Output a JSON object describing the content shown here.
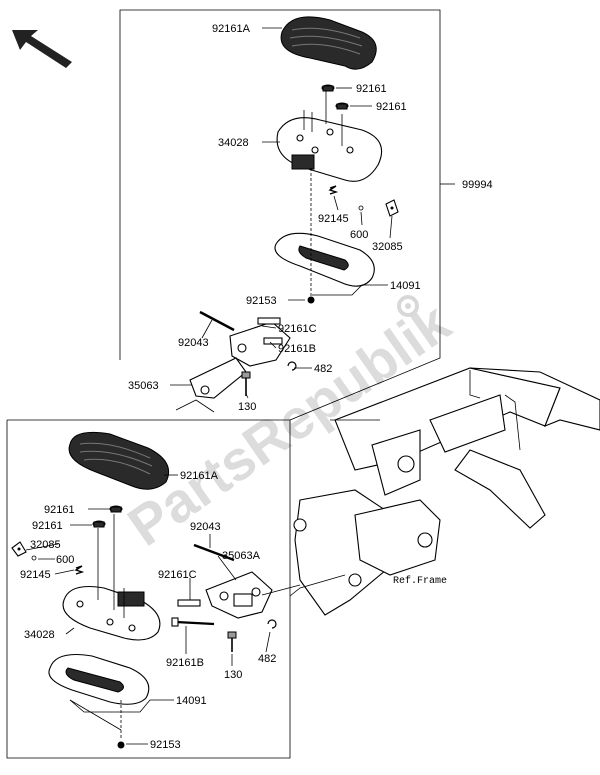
{
  "watermark": "PartsRepublik",
  "reference_label": "Ref.Frame",
  "orientation_icon": "arrow-front-icon",
  "upper_panel": {
    "group_label": "99994",
    "labels": {
      "board_cover": "92161A",
      "grommet_a": "92161",
      "grommet_b": "92161",
      "board": "34028",
      "spring": "92145",
      "ball": "600",
      "clip": "32085",
      "rubber": "14091",
      "nut": "92153",
      "pin": "92043",
      "rubber_c": "92161C",
      "rubber_b": "92161B",
      "ring": "482",
      "bracket": "35063",
      "bolt": "130"
    }
  },
  "lower_panel": {
    "labels": {
      "board_cover": "92161A",
      "grommet_a": "92161",
      "grommet_b": "92161",
      "clip": "32085",
      "ball": "600",
      "spring": "92145",
      "pin": "92043",
      "bracket": "35063A",
      "rubber_c": "92161C",
      "board": "34028",
      "rubber_b": "92161B",
      "ring": "482",
      "bolt": "130",
      "rubber": "14091",
      "nut": "92153"
    }
  }
}
